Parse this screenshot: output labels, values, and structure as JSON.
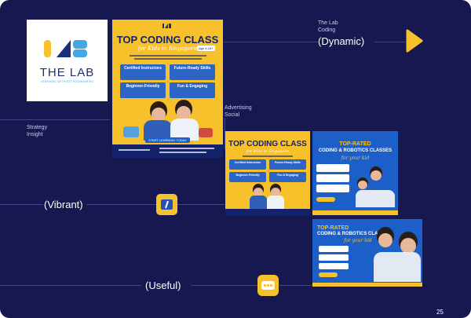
{
  "labels": {
    "lab_coding": "The Lab\nCoding",
    "dynamic": "(Dynamic)",
    "advertising_social": "Advertising\nSocial",
    "strategy_insight": "Strategy\nInsight",
    "vibrant": "(Vibrant)",
    "useful": "(Useful)",
    "page_number": "25"
  },
  "logo": {
    "wordmark": "THE LAB",
    "tagline": "LEARNING WITHOUT BOUNDARIES"
  },
  "poster_main": {
    "title": "TOP CODING CLASS",
    "subtitle": "for Kids in Singapore",
    "badge": "Age 4-16+",
    "features": [
      "Certified Instructors",
      "Future-Ready Skills",
      "Beginner-Friendly",
      "Fun & Engaging"
    ],
    "cta": "START LEARNING TODAY"
  },
  "poster_square": {
    "title": "TOP CODING CLASS",
    "subtitle": "for Kids in Singapore",
    "features": [
      "Certified Instructors",
      "Future-Ready Skills",
      "Beginner-Friendly",
      "Fun & Engaging"
    ]
  },
  "poster_blue_square": {
    "title_top": "TOP-RATED",
    "title_main": "CODING & ROBOTICS CLASSES",
    "subtitle": "for your kid"
  },
  "poster_blue_wide": {
    "title_top": "TOP-RATED",
    "title_main": "CODING & ROBOTICS CLASSES",
    "subtitle": "for your kid"
  },
  "colors": {
    "background": "#16184f",
    "accent_yellow": "#f6c12b",
    "ad_blue": "#1c5fc8"
  },
  "icons": [
    "play-arrow-icon",
    "slash-code-icon",
    "ellipsis-dots-icon"
  ]
}
